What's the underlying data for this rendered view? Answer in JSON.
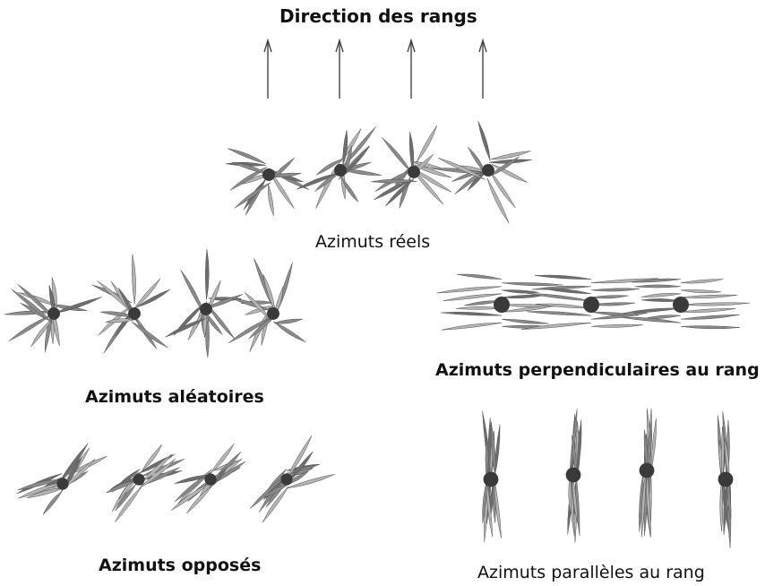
{
  "header": {
    "title": "Direction des rangs"
  },
  "panels": {
    "reels": {
      "caption": "Azimuts réels"
    },
    "aleatoires": {
      "caption": "Azimuts aléatoires"
    },
    "perpendiculaires": {
      "caption": "Azimuts perpendiculaires au rang"
    },
    "opposes": {
      "caption": "Azimuts opposés"
    },
    "paralleles": {
      "caption": "Azimuts parallèles au rang"
    }
  },
  "colors": {
    "leaf_light": "#b4b4b4",
    "leaf_mid": "#8a8a8a",
    "leaf_dark": "#3a3a3a",
    "arrow": "#444444"
  },
  "icons": {
    "arrow": "arrow-up-icon",
    "plant": "maize-plant-icon"
  }
}
